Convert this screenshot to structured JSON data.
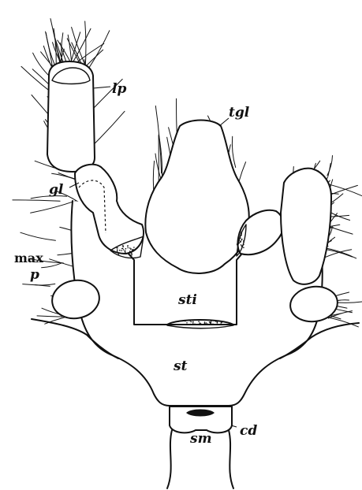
{
  "labels": {
    "lp": "lp",
    "tgl": "tgl",
    "gl": "gl",
    "max": "max",
    "p": "p",
    "sti": "sti",
    "st": "st",
    "sm": "sm",
    "cd": "cd"
  }
}
